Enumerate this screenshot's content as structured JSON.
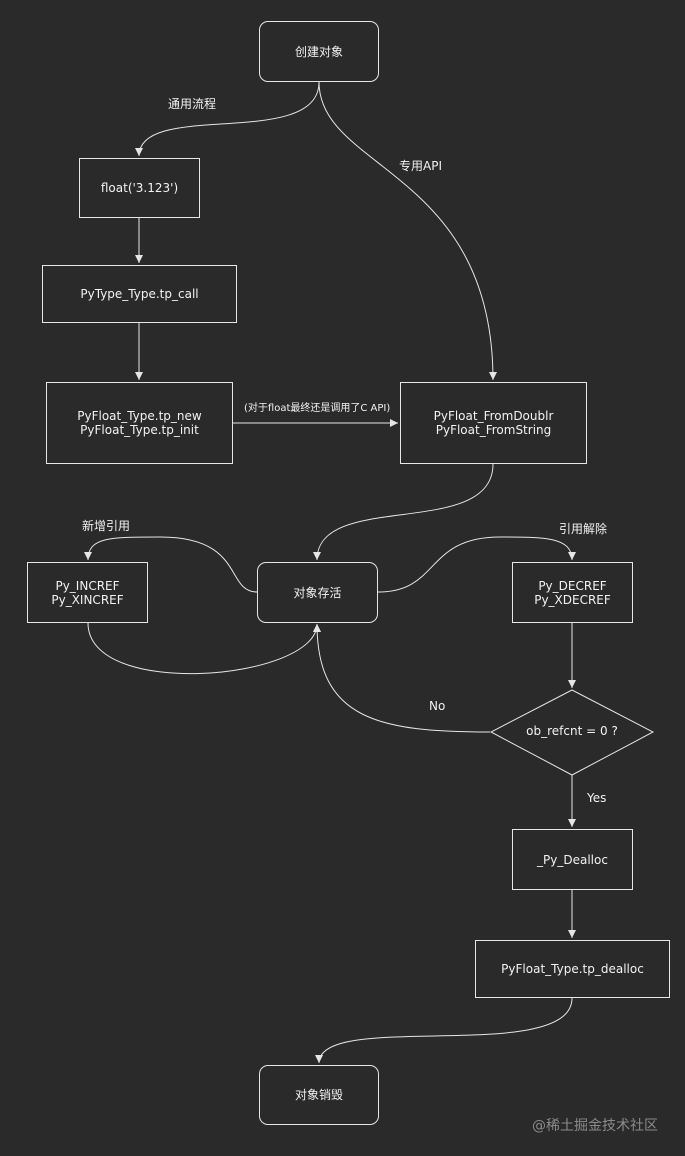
{
  "nodes": {
    "create": "创建对象",
    "float_call": "float('3.123')",
    "tp_call": "PyType_Type.tp_call",
    "tp_new": "PyFloat_Type.tp_new",
    "tp_init": "PyFloat_Type.tp_init",
    "from_double": "PyFloat_FromDoublr",
    "from_string": "PyFloat_FromString",
    "alive": "对象存活",
    "incref": "Py_INCREF",
    "xincref": "Py_XINCREF",
    "decref": "Py_DECREF",
    "xdecref": "Py_XDECREF",
    "decision": "ob_refcnt = 0 ?",
    "dealloc": "_Py_Dealloc",
    "tp_dealloc": "PyFloat_Type.tp_dealloc",
    "destroy": "对象销毁"
  },
  "edge_labels": {
    "generic": "通用流程",
    "special_api": "专用API",
    "float_note": "(对于float最终还是调用了C API)",
    "add_ref": "新增引用",
    "release_ref": "引用解除",
    "no": "No",
    "yes": "Yes"
  },
  "watermark": "@稀土掘金技术社区",
  "colors": {
    "background": "#2a2a2a",
    "stroke": "#e6e6e6",
    "text": "#f2f2f2"
  }
}
